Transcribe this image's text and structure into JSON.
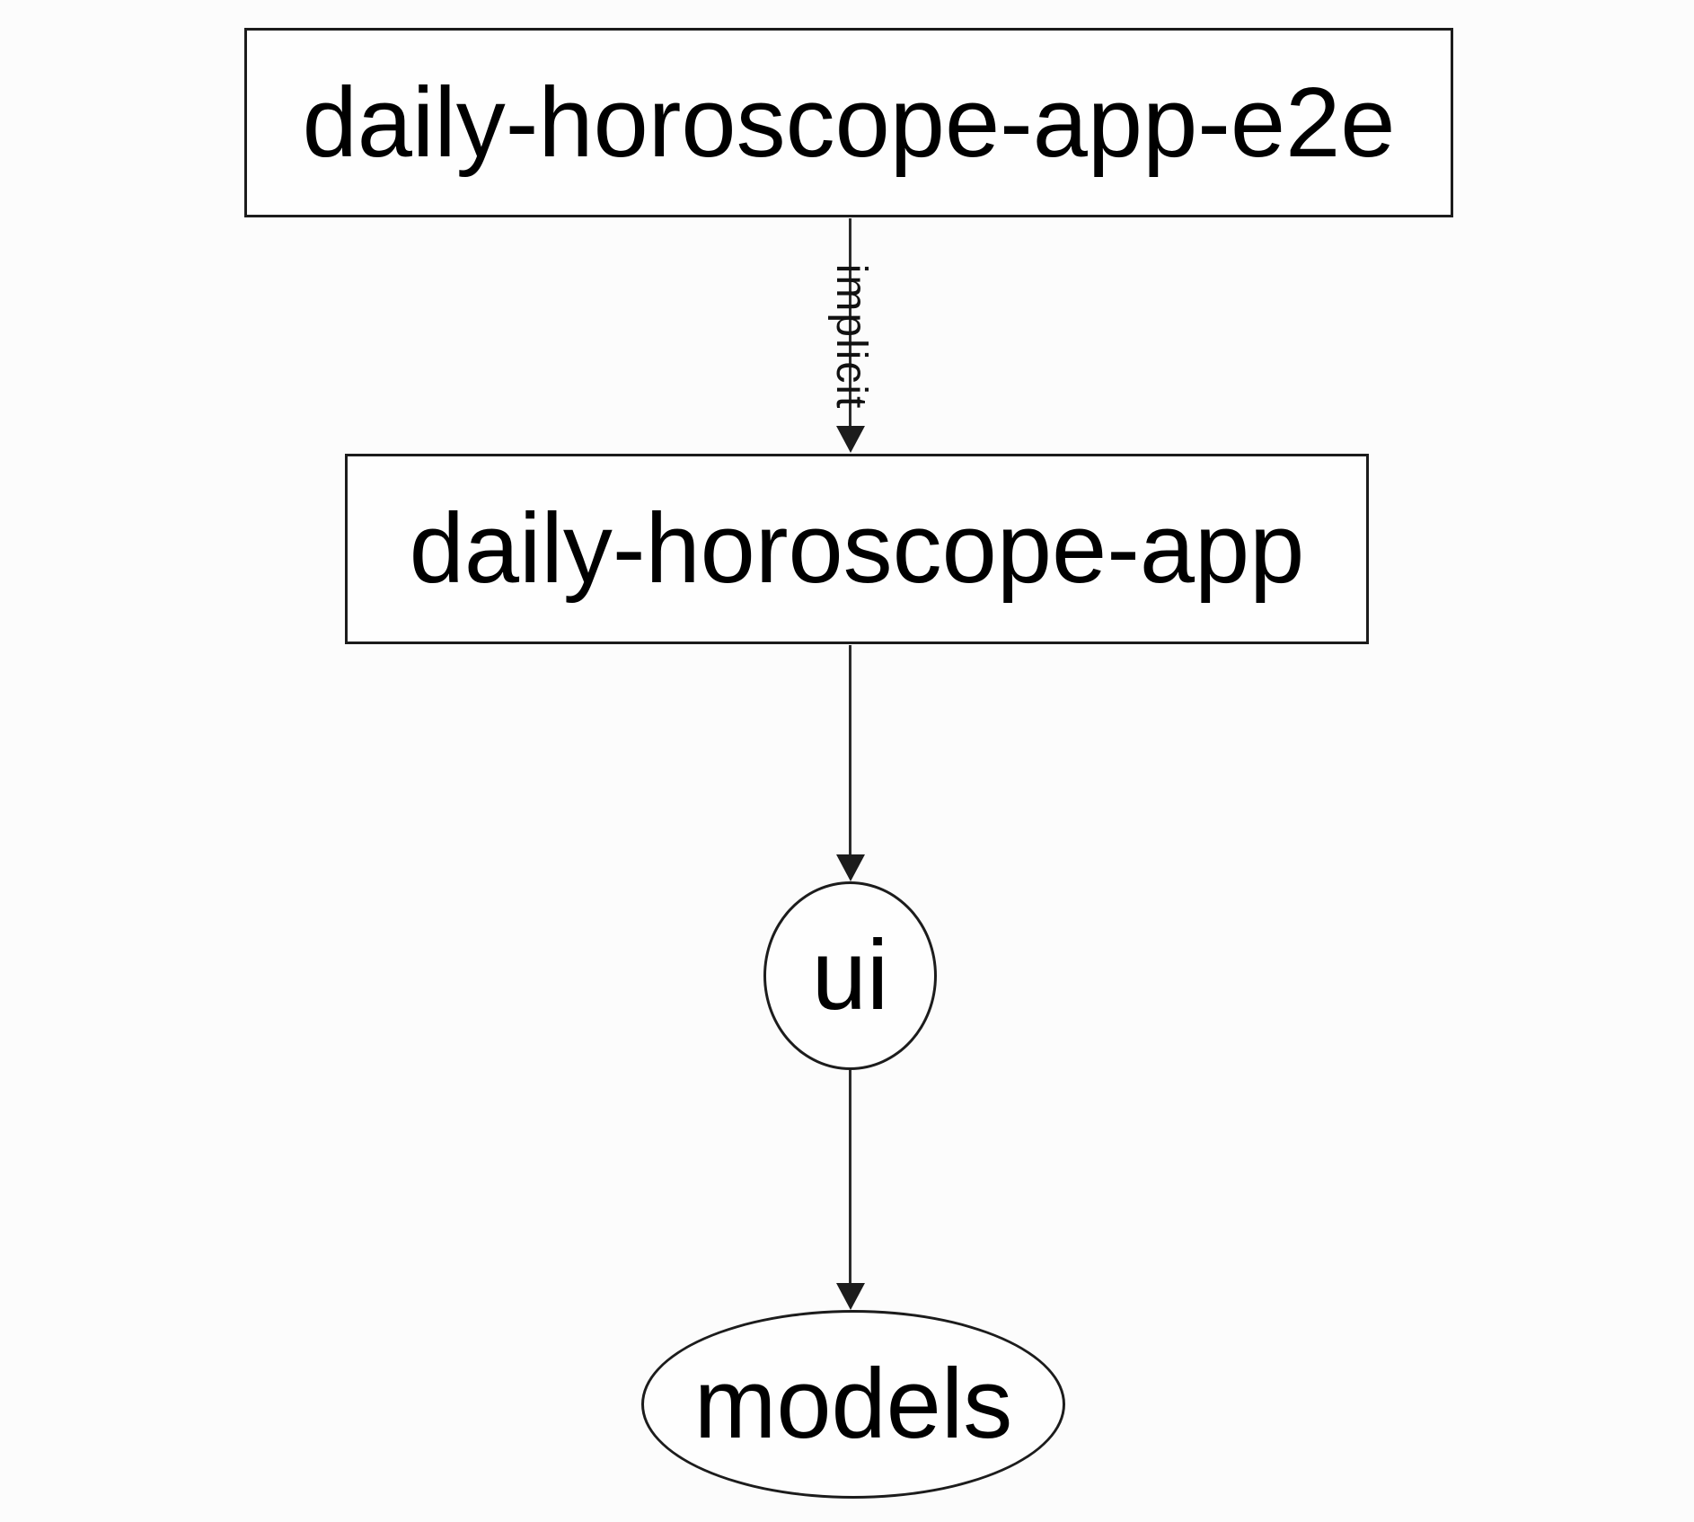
{
  "diagram": {
    "type": "dependency-graph",
    "colors": {
      "background": "#fcfcfc",
      "stroke": "#1c1c1c",
      "text": "#000000"
    },
    "nodes": [
      {
        "id": "daily-horoscope-app-e2e",
        "label": "daily-horoscope-app-e2e",
        "shape": "rectangle"
      },
      {
        "id": "daily-horoscope-app",
        "label": "daily-horoscope-app",
        "shape": "rectangle"
      },
      {
        "id": "ui",
        "label": "ui",
        "shape": "ellipse"
      },
      {
        "id": "models",
        "label": "models",
        "shape": "ellipse"
      }
    ],
    "edges": [
      {
        "from": "daily-horoscope-app-e2e",
        "to": "daily-horoscope-app",
        "label": "implicit",
        "direction": "down"
      },
      {
        "from": "daily-horoscope-app",
        "to": "ui",
        "label": "",
        "direction": "down"
      },
      {
        "from": "ui",
        "to": "models",
        "label": "",
        "direction": "down"
      }
    ]
  }
}
